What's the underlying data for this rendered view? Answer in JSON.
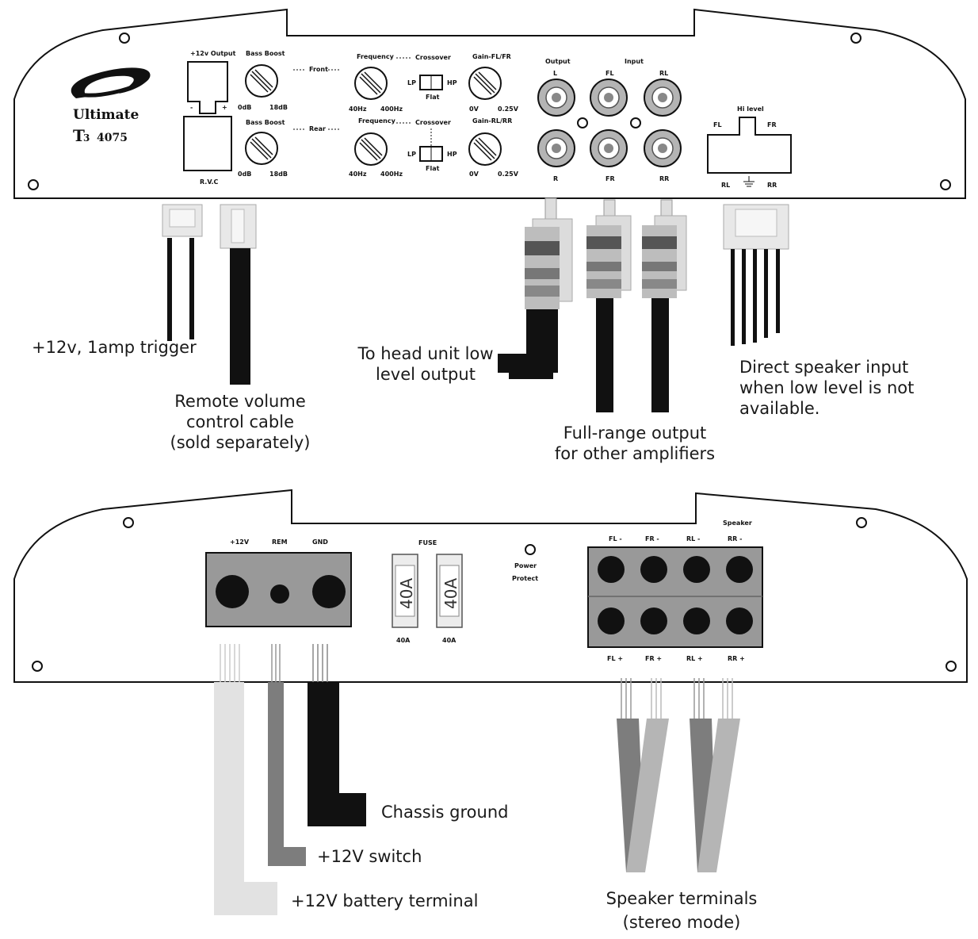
{
  "top_panel": {
    "brand_name": "Ultimate",
    "model_prefix": "T",
    "model_sub": "3",
    "model_number": "4075",
    "labels": {
      "output_12v": "+12v Output",
      "minus": "-",
      "plus": "+",
      "rvc": "R.V.C",
      "bass_boost_front": "Bass Boost",
      "bass_boost_rear": "Bass Boost",
      "db0": "0dB",
      "db18": "18dB",
      "front": "Front",
      "rear": "Rear",
      "frequency_front": "Frequency",
      "frequency_rear": "Frequency",
      "hz40": "40Hz",
      "hz400": "400Hz",
      "crossover_front": "Crossover",
      "crossover_rear": "Crossover",
      "lp": "LP",
      "hp": "HP",
      "flat": "Flat",
      "gain_front": "Gain-FL/FR",
      "gain_rear": "Gain-RL/RR",
      "v0": "0V",
      "v025": "0.25V",
      "output_rca": "Output",
      "input_rca": "Input",
      "rca_l": "L",
      "rca_fl": "FL",
      "rca_rl": "RL",
      "rca_r": "R",
      "rca_fr": "FR",
      "rca_rr": "RR",
      "hi_level": "Hi level",
      "hl_fl": "FL",
      "hl_fr": "FR",
      "hl_rl": "RL",
      "hl_rr": "RR"
    }
  },
  "bottom_panel": {
    "labels": {
      "p12v": "+12V",
      "rem": "REM",
      "gnd": "GND",
      "fuse": "FUSE",
      "fuse_rating": "40A",
      "fuse_caption": "40A",
      "power": "Power",
      "protect": "Protect",
      "speaker": "Speaker",
      "fl_minus": "FL -",
      "fr_minus": "FR -",
      "rl_minus": "RL -",
      "rr_minus": "RR -",
      "fl_plus": "FL +",
      "fr_plus": "FR +",
      "rl_plus": "RL +",
      "rr_plus": "RR +"
    }
  },
  "callouts": {
    "trigger": "+12v, 1amp trigger",
    "rvc_1": "Remote volume",
    "rvc_2": "control cable",
    "rvc_3": "(sold separately)",
    "head_unit_1": "To head unit low",
    "head_unit_2": "level output",
    "full_range_1": "Full-range output",
    "full_range_2": "for other amplifiers",
    "direct_1": "Direct speaker input",
    "direct_2": "when low level is not",
    "direct_3": "available.",
    "chassis": "Chassis ground",
    "switch": "+12V switch",
    "battery": "+12V battery terminal",
    "speaker_1": "Speaker terminals",
    "speaker_2": "(stereo mode)"
  },
  "colors": {
    "outline": "#111111",
    "jack_grey": "#b4b4b4",
    "terminal_grey": "#999999",
    "connector_fill": "#e8e8e8",
    "wire_light": "#e2e2e2",
    "wire_mid": "#7d7d7d",
    "wire_dark": "#111111"
  }
}
